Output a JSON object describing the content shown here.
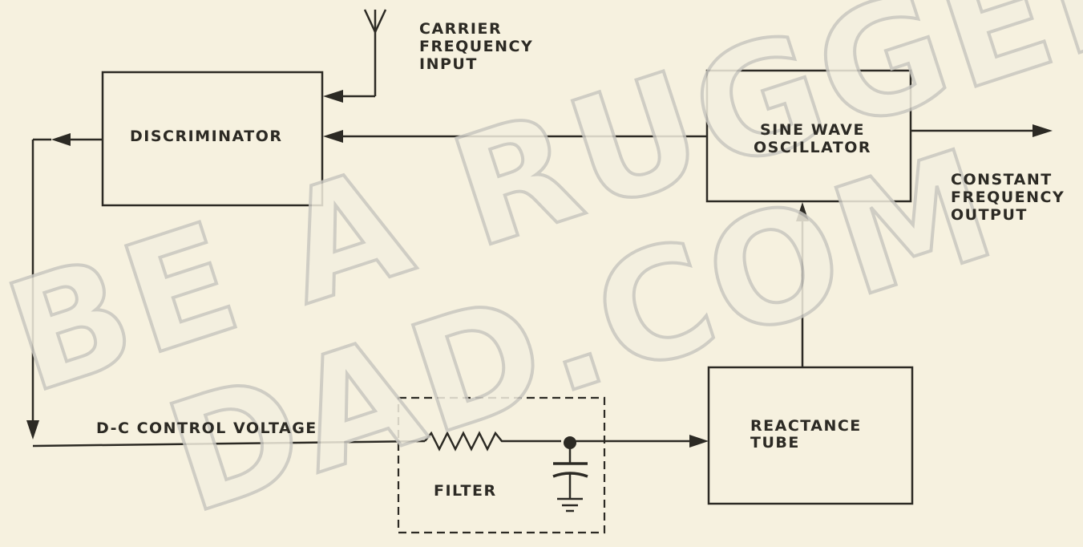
{
  "blocks": {
    "discriminator": "DISCRIMINATOR",
    "oscillator_line1": "SINE WAVE",
    "oscillator_line2": "OSCILLATOR",
    "reactance_line1": "REACTANCE",
    "reactance_line2": "TUBE",
    "filter": "FILTER"
  },
  "labels": {
    "carrier_line1": "CARRIER",
    "carrier_line2": "FREQUENCY",
    "carrier_line3": "INPUT",
    "output_line1": "CONSTANT",
    "output_line2": "FREQUENCY",
    "output_line3": "OUTPUT",
    "control_voltage": "D-C CONTROL VOLTAGE"
  },
  "watermark": {
    "line1": "BE A RUGGED",
    "line2": "DAD.COM"
  },
  "colors": {
    "paper": "#f6f1df",
    "ink": "#2c2a24",
    "watermark_outline": "#c9c7c0"
  }
}
